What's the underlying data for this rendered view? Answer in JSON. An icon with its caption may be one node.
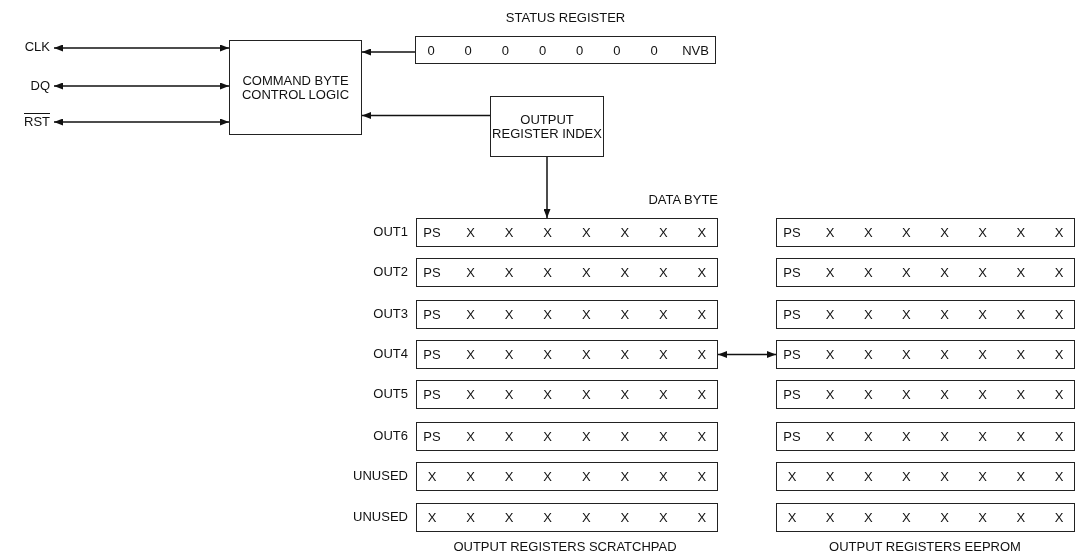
{
  "diagram": {
    "nodes": [
      {
        "text": [
          "CLK"
        ]
      },
      {
        "text": [
          "DQ"
        ]
      },
      {
        "text": [
          "RST"
        ]
      },
      {
        "text": [
          "COMMAND BYTE CONTROL LOGIC"
        ]
      },
      {
        "text": [
          "STATUS REGISTER",
          "0",
          "0",
          "0",
          "0",
          "0",
          "0",
          "0",
          "NVB"
        ]
      },
      {
        "text": [
          "OUTPUT REGISTER INDEX"
        ]
      },
      {
        "text": [
          "OUT1",
          "PS",
          "X",
          "X",
          "X",
          "X",
          "X",
          "X",
          "X"
        ]
      },
      {
        "text": [
          "OUT2",
          "PS",
          "X",
          "X",
          "X",
          "X",
          "X",
          "X",
          "X"
        ]
      },
      {
        "text": [
          "OUT3",
          "PS",
          "X",
          "X",
          "X",
          "X",
          "X",
          "X",
          "X"
        ]
      },
      {
        "text": [
          "OUT4",
          "PS",
          "X",
          "X",
          "X",
          "X",
          "X",
          "X",
          "X"
        ]
      },
      {
        "text": [
          "OUT5",
          "PS",
          "X",
          "X",
          "X",
          "X",
          "X",
          "X",
          "X"
        ]
      },
      {
        "text": [
          "OUT6",
          "PS",
          "X",
          "X",
          "X",
          "X",
          "X",
          "X",
          "X"
        ]
      },
      {
        "text": [
          "UNUSED",
          "X",
          "X",
          "X",
          "X",
          "X",
          "X",
          "X",
          "X"
        ]
      },
      {
        "text": [
          "UNUSED",
          "X",
          "X",
          "X",
          "X",
          "X",
          "X",
          "X",
          "X"
        ]
      },
      {
        "text": [
          "PS",
          "X",
          "X",
          "X",
          "X",
          "X",
          "X",
          "X"
        ]
      },
      {
        "text": [
          "PS",
          "X",
          "X",
          "X",
          "X",
          "X",
          "X",
          "X"
        ]
      },
      {
        "text": [
          "PS",
          "X",
          "X",
          "X",
          "X",
          "X",
          "X",
          "X"
        ]
      },
      {
        "text": [
          "PS",
          "X",
          "X",
          "X",
          "X",
          "X",
          "X",
          "X"
        ]
      },
      {
        "text": [
          "PS",
          "X",
          "X",
          "X",
          "X",
          "X",
          "X",
          "X"
        ]
      },
      {
        "text": [
          "PS",
          "X",
          "X",
          "X",
          "X",
          "X",
          "X",
          "X"
        ]
      },
      {
        "text": [
          "X",
          "X",
          "X",
          "X",
          "X",
          "X",
          "X",
          "X"
        ]
      },
      {
        "text": [
          "X",
          "X",
          "X",
          "X",
          "X",
          "X",
          "X",
          "X"
        ]
      }
    ],
    "edges": [
      {
        "from": 0,
        "to": 3,
        "arrow": "both"
      },
      {
        "from": 1,
        "to": 3,
        "arrow": "both"
      },
      {
        "from": 2,
        "to": 3,
        "arrow": "both"
      },
      {
        "from": 4,
        "to": 3,
        "arrow": "to"
      },
      {
        "from": 5,
        "to": 3,
        "arrow": "to"
      },
      {
        "from": 5,
        "to": 6,
        "arrow": "to"
      },
      {
        "from": 9,
        "to": 17,
        "arrow": "both"
      }
    ],
    "labels": [
      "DATA BYTE",
      "OUTPUT REGISTERS SCRATCHPAD",
      "OUTPUT REGISTERS EEPROM"
    ]
  }
}
